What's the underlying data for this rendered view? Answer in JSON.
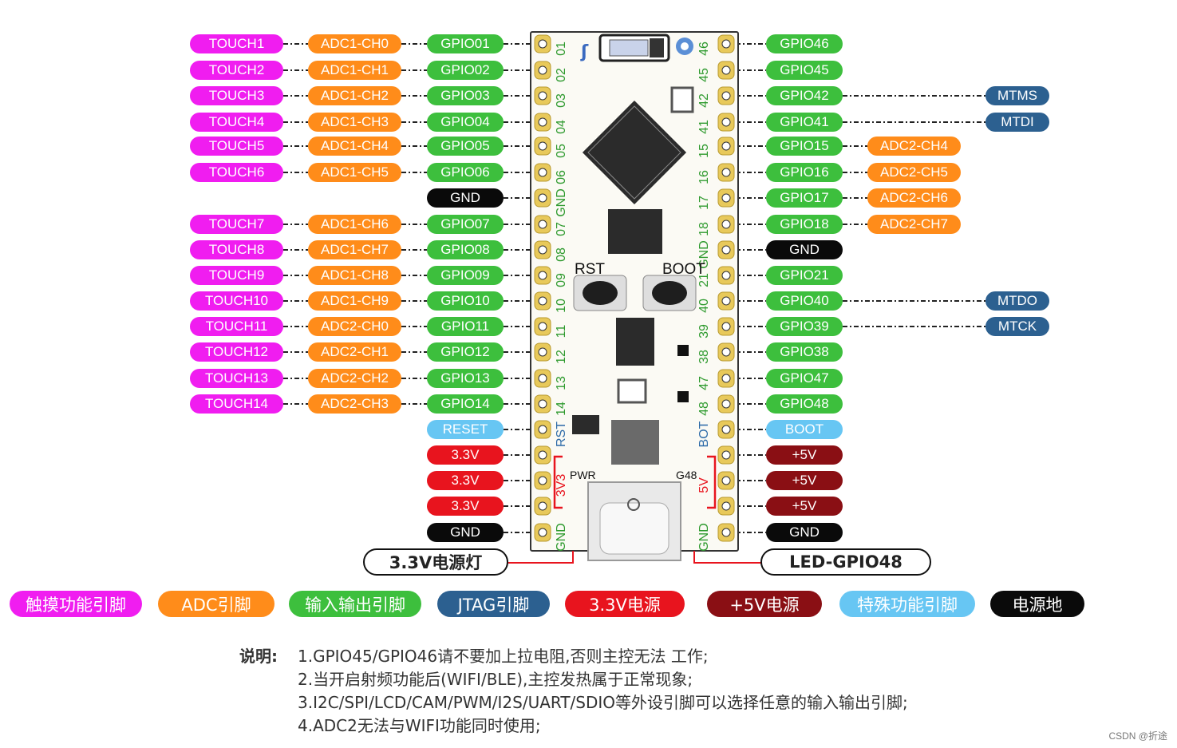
{
  "left_rows": [
    {
      "touch": "TOUCH1",
      "adc": "ADC1-CH0",
      "gpio": "GPIO01",
      "pin": "01"
    },
    {
      "touch": "TOUCH2",
      "adc": "ADC1-CH1",
      "gpio": "GPIO02",
      "pin": "02"
    },
    {
      "touch": "TOUCH3",
      "adc": "ADC1-CH2",
      "gpio": "GPIO03",
      "pin": "03"
    },
    {
      "touch": "TOUCH4",
      "adc": "ADC1-CH3",
      "gpio": "GPIO04",
      "pin": "04"
    },
    {
      "touch": "TOUCH5",
      "adc": "ADC1-CH4",
      "gpio": "GPIO05",
      "pin": "05"
    },
    {
      "touch": "TOUCH6",
      "adc": "ADC1-CH5",
      "gpio": "GPIO06",
      "pin": "06"
    },
    {
      "touch": "",
      "adc": "",
      "gpio": "GND",
      "pin": "GND"
    },
    {
      "touch": "TOUCH7",
      "adc": "ADC1-CH6",
      "gpio": "GPIO07",
      "pin": "07"
    },
    {
      "touch": "TOUCH8",
      "adc": "ADC1-CH7",
      "gpio": "GPIO08",
      "pin": "08"
    },
    {
      "touch": "TOUCH9",
      "adc": "ADC1-CH8",
      "gpio": "GPIO09",
      "pin": "09"
    },
    {
      "touch": "TOUCH10",
      "adc": "ADC1-CH9",
      "gpio": "GPIO10",
      "pin": "10"
    },
    {
      "touch": "TOUCH11",
      "adc": "ADC2-CH0",
      "gpio": "GPIO11",
      "pin": "11"
    },
    {
      "touch": "TOUCH12",
      "adc": "ADC2-CH1",
      "gpio": "GPIO12",
      "pin": "12"
    },
    {
      "touch": "TOUCH13",
      "adc": "ADC2-CH2",
      "gpio": "GPIO13",
      "pin": "13"
    },
    {
      "touch": "TOUCH14",
      "adc": "ADC2-CH3",
      "gpio": "GPIO14",
      "pin": "14"
    },
    {
      "touch": "",
      "adc": "",
      "gpio": "RESET",
      "pin": "RST"
    },
    {
      "touch": "",
      "adc": "",
      "gpio": "3.3V",
      "pin": ""
    },
    {
      "touch": "",
      "adc": "",
      "gpio": "3.3V",
      "pin": "3V3"
    },
    {
      "touch": "",
      "adc": "",
      "gpio": "3.3V",
      "pin": ""
    },
    {
      "touch": "",
      "adc": "",
      "gpio": "GND",
      "pin": "GND"
    }
  ],
  "right_rows": [
    {
      "gpio": "GPIO46",
      "adc": "",
      "jtag": "",
      "pin": "46"
    },
    {
      "gpio": "GPIO45",
      "adc": "",
      "jtag": "",
      "pin": "45"
    },
    {
      "gpio": "GPIO42",
      "adc": "",
      "jtag": "MTMS",
      "pin": "42"
    },
    {
      "gpio": "GPIO41",
      "adc": "",
      "jtag": "MTDI",
      "pin": "41"
    },
    {
      "gpio": "GPIO15",
      "adc": "ADC2-CH4",
      "jtag": "",
      "pin": "15"
    },
    {
      "gpio": "GPIO16",
      "adc": "ADC2-CH5",
      "jtag": "",
      "pin": "16"
    },
    {
      "gpio": "GPIO17",
      "adc": "ADC2-CH6",
      "jtag": "",
      "pin": "17"
    },
    {
      "gpio": "GPIO18",
      "adc": "ADC2-CH7",
      "jtag": "",
      "pin": "18"
    },
    {
      "gpio": "GND",
      "adc": "",
      "jtag": "",
      "pin": "GND"
    },
    {
      "gpio": "GPIO21",
      "adc": "",
      "jtag": "",
      "pin": "21"
    },
    {
      "gpio": "GPIO40",
      "adc": "",
      "jtag": "MTDO",
      "pin": "40"
    },
    {
      "gpio": "GPIO39",
      "adc": "",
      "jtag": "MTCK",
      "pin": "39"
    },
    {
      "gpio": "GPIO38",
      "adc": "",
      "jtag": "",
      "pin": "38"
    },
    {
      "gpio": "GPIO47",
      "adc": "",
      "jtag": "",
      "pin": "47"
    },
    {
      "gpio": "GPIO48",
      "adc": "",
      "jtag": "",
      "pin": "48"
    },
    {
      "gpio": "BOOT",
      "adc": "",
      "jtag": "",
      "pin": "BOT"
    },
    {
      "gpio": "+5V",
      "adc": "",
      "jtag": "",
      "pin": ""
    },
    {
      "gpio": "+5V",
      "adc": "",
      "jtag": "",
      "pin": "5V"
    },
    {
      "gpio": "+5V",
      "adc": "",
      "jtag": "",
      "pin": ""
    },
    {
      "gpio": "GND",
      "adc": "",
      "jtag": "",
      "pin": "GND"
    }
  ],
  "board": {
    "rst_label": "RST",
    "boot_label": "BOOT",
    "pwr_label": "PWR",
    "g48_label": "G48"
  },
  "callouts": {
    "left": "3.3V电源灯",
    "right": "LED-GPIO48"
  },
  "legend": [
    {
      "label": "触摸功能引脚",
      "color": "#f01df0"
    },
    {
      "label": "ADC引脚",
      "color": "#ff8c1a"
    },
    {
      "label": "输入输出引脚",
      "color": "#3dbf3d"
    },
    {
      "label": "JTAG引脚",
      "color": "#2c6090"
    },
    {
      "label": "3.3V电源",
      "color": "#e8141e"
    },
    {
      "label": "+5V电源",
      "color": "#8a0f14"
    },
    {
      "label": "特殊功能引脚",
      "color": "#67c6f3"
    },
    {
      "label": "电源地",
      "color": "#0a0a0a"
    }
  ],
  "notes": {
    "title": "说明:",
    "lines": [
      "1.GPIO45/GPIO46请不要加上拉电阻,否则主控无法 工作;",
      "2.当开启射频功能后(WIFI/BLE),主控发热属于正常现象;",
      "3.I2C/SPI/LCD/CAM/PWM/I2S/UART/SDIO等外设引脚可以选择任意的输入输出引脚;",
      "4.ADC2无法与WIFI功能同时使用;"
    ]
  },
  "watermark": "CSDN @折途",
  "colors": {
    "touch": "#f01df0",
    "adc": "#ff8c1a",
    "gpio": "#3dbf3d",
    "jtag": "#2c6090",
    "v33": "#e8141e",
    "v5": "#8a0f14",
    "special": "#67c6f3",
    "gnd": "#0a0a0a"
  }
}
